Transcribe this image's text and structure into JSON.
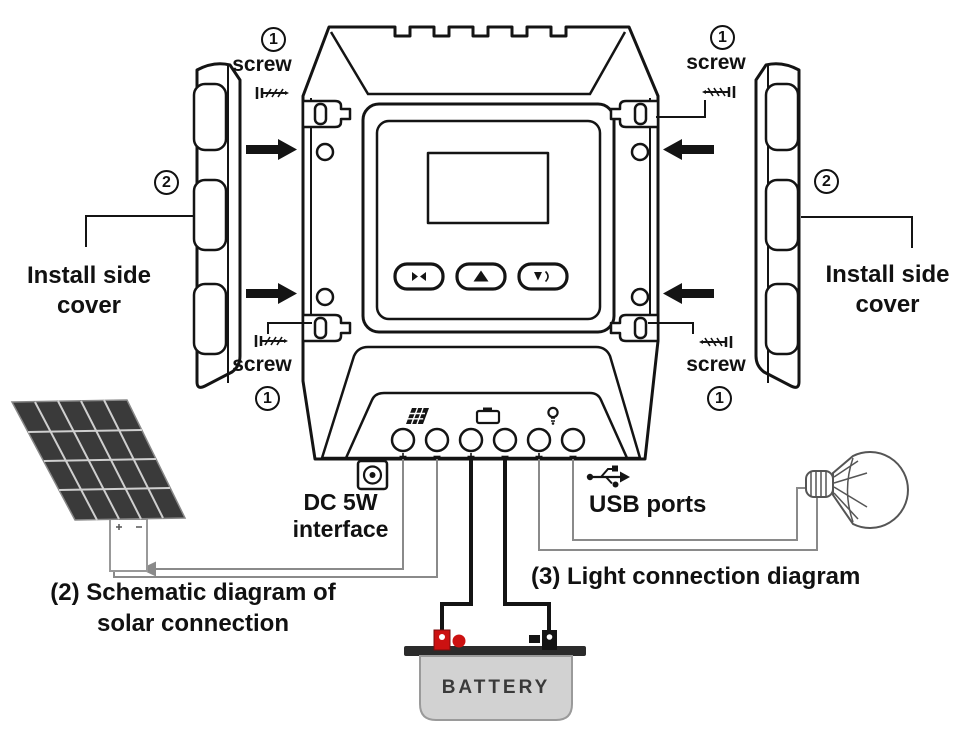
{
  "labels": {
    "screw": "screw",
    "install_side_cover": [
      "Install side",
      "cover"
    ],
    "dc_interface": [
      "DC 5W",
      "interface"
    ],
    "usb_ports": "USB ports",
    "solar_caption": [
      "(2) Schematic diagram of",
      "solar connection"
    ],
    "light_caption": "(3) Light connection diagram",
    "battery": "BATTERY"
  },
  "steps": {
    "one": "1",
    "two": "2"
  },
  "icons": {
    "screw-icon": "small machine screw glyph",
    "arrow-icon": "solid block arrow",
    "solar-terminal-icon": "tilted solar panel grid",
    "battery-terminal-icon": "battery outline",
    "light-terminal-icon": "light bulb",
    "dc-jack-icon": "square barrel jack with dot",
    "usb-icon": "USB trident symbol",
    "button-menu-icon": "two facing triangles",
    "button-up-icon": "up triangle",
    "button-down-icon": "down triangle with arc"
  },
  "colors": {
    "line": "#141414",
    "wire_gray": "#8a8a8a",
    "solar_panel": "#3a3a3a",
    "battery_body": "#d2d2d2",
    "battery_bar": "#2b2b2b",
    "clamp_red": "#cc1111",
    "battery_text": "#3a3a3a"
  }
}
